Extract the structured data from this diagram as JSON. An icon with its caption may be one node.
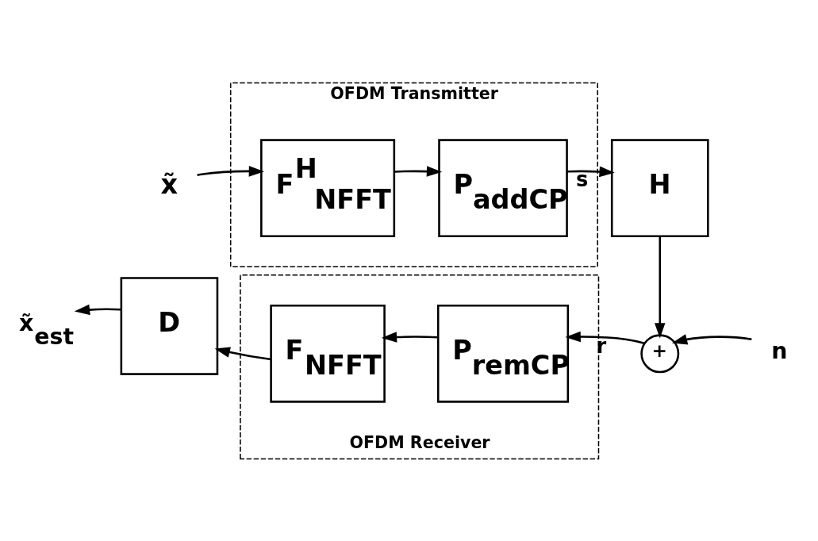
{
  "diagram": {
    "nodes": [
      {
        "text": [
          "OFDM Transmitter"
        ]
      },
      {
        "text": [
          "x̃"
        ]
      },
      {
        "text": [
          "F$^{H}$$_{NFFT}$"
        ],
        "in": 0
      },
      {
        "text": [
          "P$_{addCP}$"
        ],
        "in": 0
      },
      {
        "text": [
          "H"
        ]
      },
      {
        "text": [
          "+"
        ]
      },
      {
        "text": [
          "n"
        ]
      },
      {
        "text": [
          "OFDM Receiver"
        ]
      },
      {
        "text": [
          "x̃$_{est}$"
        ]
      },
      {
        "text": [
          "D"
        ]
      },
      {
        "text": [
          "F$_{NFFT}$"
        ],
        "in": 7
      },
      {
        "text": [
          "P$_{remCP}$"
        ],
        "in": 7
      }
    ],
    "edges": [
      {
        "from": 1,
        "to": 2,
        "arrow": "to"
      },
      {
        "from": 2,
        "to": 3,
        "arrow": "to"
      },
      {
        "from": 3,
        "to": 4,
        "arrow": "to",
        "label": "s"
      },
      {
        "from": 4,
        "to": 5,
        "arrow": "to"
      },
      {
        "from": 6,
        "to": 5,
        "arrow": "to"
      },
      {
        "from": 5,
        "to": 11,
        "arrow": "to",
        "label": "r"
      },
      {
        "from": 11,
        "to": 10,
        "arrow": "to"
      },
      {
        "from": 10,
        "to": 9,
        "arrow": "to"
      },
      {
        "from": 9,
        "to": 8,
        "arrow": "to"
      }
    ]
  }
}
